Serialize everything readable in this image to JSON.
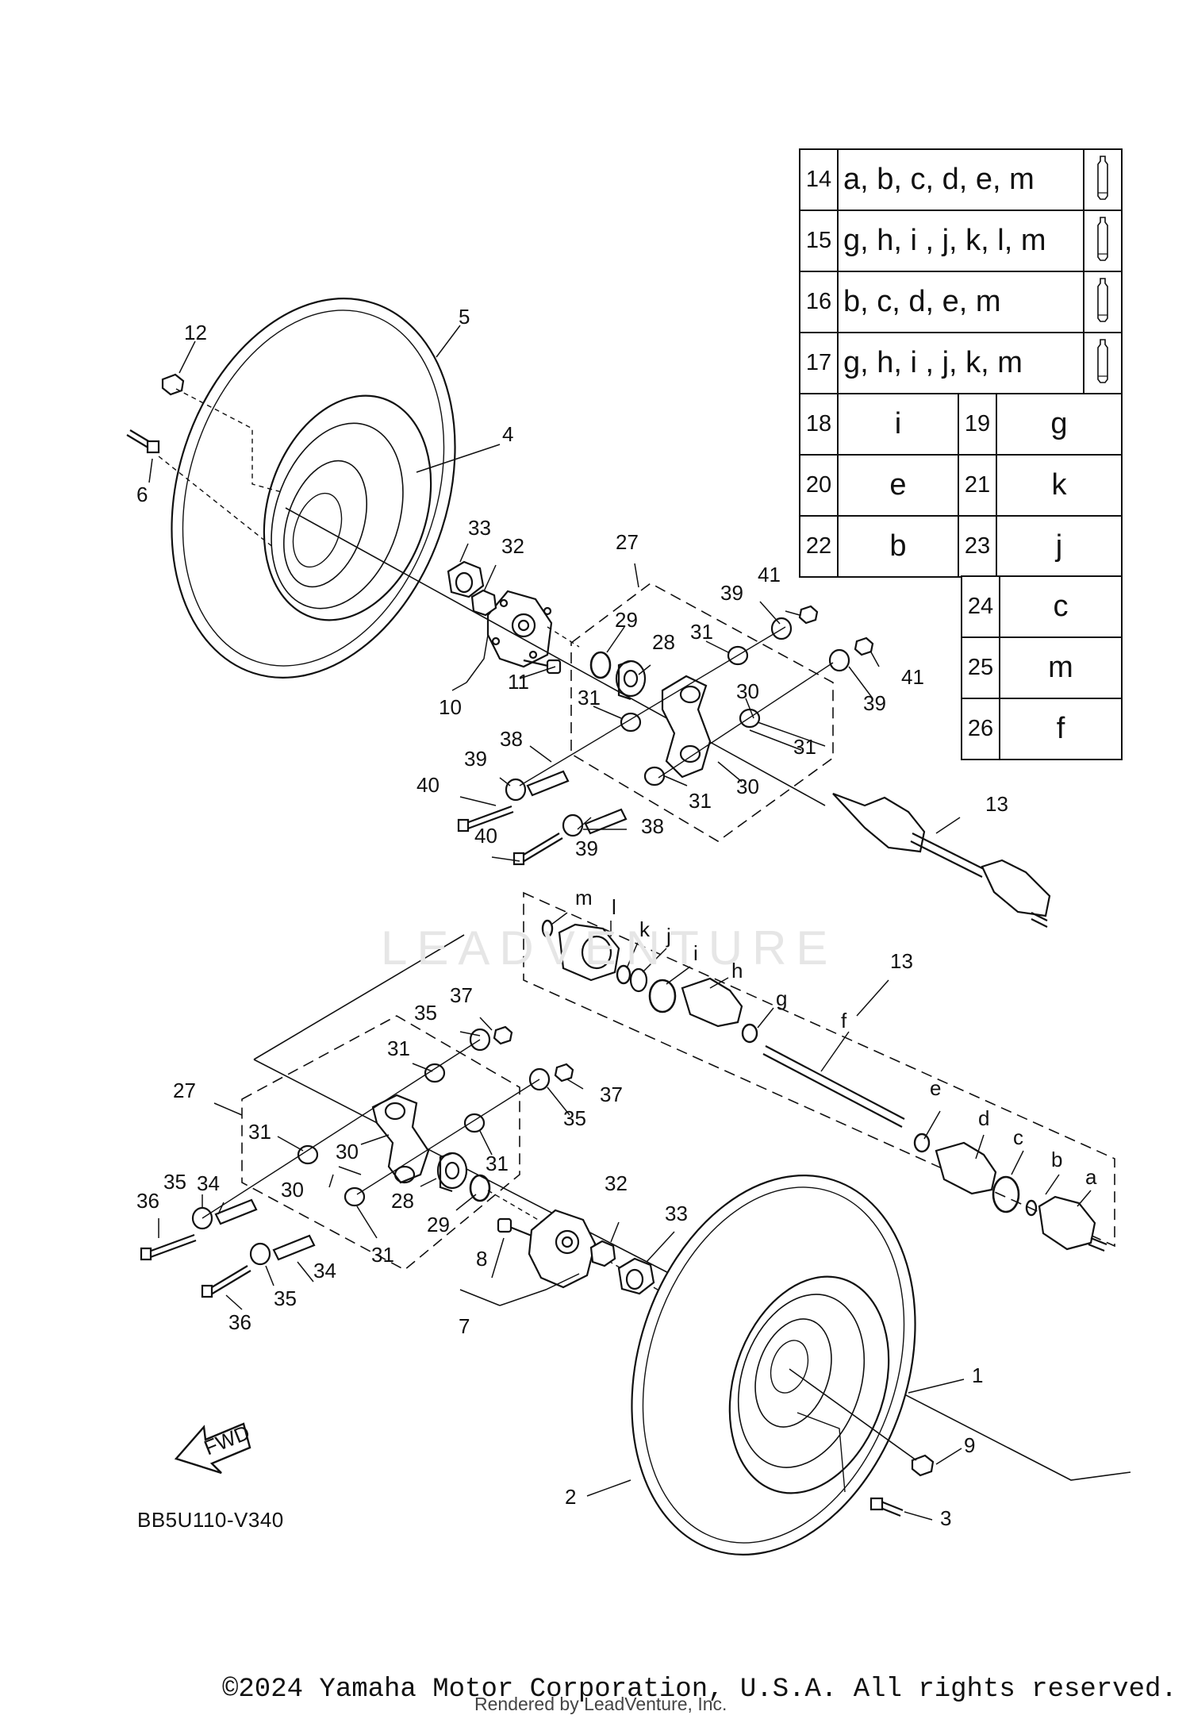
{
  "diagram_code": "BB5U110-V340",
  "copyright": "©2024 Yamaha Motor Corporation, U.S.A. All rights reserved.",
  "rendered_by": "Rendered by LeadVenture, Inc.",
  "watermark": "LEADVENTURE",
  "fwd_label": "FWD",
  "kit_table": {
    "kits": [
      {
        "num": "14",
        "parts": "a, b, c, d, e, m"
      },
      {
        "num": "15",
        "parts": "g, h, i , j, k, l, m"
      },
      {
        "num": "16",
        "parts": "b, c, d, e, m"
      },
      {
        "num": "17",
        "parts": "g, h, i , j, k, m"
      }
    ],
    "pairs": [
      {
        "a_num": "18",
        "a_ref": "i",
        "b_num": "19",
        "b_ref": "g"
      },
      {
        "a_num": "20",
        "a_ref": "e",
        "b_num": "21",
        "b_ref": "k"
      },
      {
        "a_num": "22",
        "a_ref": "b",
        "b_num": "23",
        "b_ref": "j"
      }
    ],
    "singles": [
      {
        "num": "24",
        "ref": "c"
      },
      {
        "num": "25",
        "ref": "m"
      },
      {
        "num": "26",
        "ref": "f"
      }
    ]
  },
  "callouts": [
    {
      "text": "12",
      "name": "callout-12"
    },
    {
      "text": "5",
      "name": "callout-5"
    },
    {
      "text": "6",
      "name": "callout-6"
    },
    {
      "text": "4",
      "name": "callout-4"
    },
    {
      "text": "33",
      "name": "callout-33-upper"
    },
    {
      "text": "32",
      "name": "callout-32-upper"
    },
    {
      "text": "27",
      "name": "callout-27-upper"
    },
    {
      "text": "29",
      "name": "callout-29-upper"
    },
    {
      "text": "28",
      "name": "callout-28-upper"
    },
    {
      "text": "31",
      "name": "callout-31-upper-a"
    },
    {
      "text": "41",
      "name": "callout-41-upper-a"
    },
    {
      "text": "39",
      "name": "callout-39-upper-a"
    },
    {
      "text": "30",
      "name": "callout-30-upper-a"
    },
    {
      "text": "41",
      "name": "callout-41-upper-b"
    },
    {
      "text": "39",
      "name": "callout-39-upper-b"
    },
    {
      "text": "11",
      "name": "callout-11"
    },
    {
      "text": "10",
      "name": "callout-10"
    },
    {
      "text": "31",
      "name": "callout-31-upper-b"
    },
    {
      "text": "31",
      "name": "callout-31-upper-c"
    },
    {
      "text": "38",
      "name": "callout-38-upper-a"
    },
    {
      "text": "39",
      "name": "callout-39-upper-c"
    },
    {
      "text": "40",
      "name": "callout-40-upper-a"
    },
    {
      "text": "30",
      "name": "callout-30-upper-b"
    },
    {
      "text": "31",
      "name": "callout-31-upper-d"
    },
    {
      "text": "13",
      "name": "callout-13-upper"
    },
    {
      "text": "40",
      "name": "callout-40-upper-b"
    },
    {
      "text": "39",
      "name": "callout-39-upper-d"
    },
    {
      "text": "38",
      "name": "callout-38-upper-b"
    },
    {
      "text": "m",
      "name": "callout-m"
    },
    {
      "text": "l",
      "name": "callout-l"
    },
    {
      "text": "k",
      "name": "callout-k"
    },
    {
      "text": "j",
      "name": "callout-j"
    },
    {
      "text": "i",
      "name": "callout-i"
    },
    {
      "text": "h",
      "name": "callout-h"
    },
    {
      "text": "13",
      "name": "callout-13-lower"
    },
    {
      "text": "g",
      "name": "callout-g"
    },
    {
      "text": "f",
      "name": "callout-f"
    },
    {
      "text": "37",
      "name": "callout-37-a"
    },
    {
      "text": "35",
      "name": "callout-35-a"
    },
    {
      "text": "31",
      "name": "callout-31-lower-a"
    },
    {
      "text": "37",
      "name": "callout-37-b"
    },
    {
      "text": "35",
      "name": "callout-35-b"
    },
    {
      "text": "27",
      "name": "callout-27-lower"
    },
    {
      "text": "31",
      "name": "callout-31-lower-b"
    },
    {
      "text": "30",
      "name": "callout-30-lower-a"
    },
    {
      "text": "31",
      "name": "callout-31-lower-c"
    },
    {
      "text": "34",
      "name": "callout-34-a"
    },
    {
      "text": "35",
      "name": "callout-35-c"
    },
    {
      "text": "30",
      "name": "callout-30-lower-b"
    },
    {
      "text": "36",
      "name": "callout-36-a"
    },
    {
      "text": "28",
      "name": "callout-28-lower"
    },
    {
      "text": "29",
      "name": "callout-29-lower"
    },
    {
      "text": "31",
      "name": "callout-31-lower-d"
    },
    {
      "text": "32",
      "name": "callout-32-lower"
    },
    {
      "text": "33",
      "name": "callout-33-lower"
    },
    {
      "text": "e",
      "name": "callout-e"
    },
    {
      "text": "d",
      "name": "callout-d"
    },
    {
      "text": "c",
      "name": "callout-c"
    },
    {
      "text": "b",
      "name": "callout-b"
    },
    {
      "text": "a",
      "name": "callout-a"
    },
    {
      "text": "8",
      "name": "callout-8"
    },
    {
      "text": "34",
      "name": "callout-34-b"
    },
    {
      "text": "35",
      "name": "callout-35-d"
    },
    {
      "text": "36",
      "name": "callout-36-b"
    },
    {
      "text": "7",
      "name": "callout-7"
    },
    {
      "text": "1",
      "name": "callout-1"
    },
    {
      "text": "9",
      "name": "callout-9"
    },
    {
      "text": "2",
      "name": "callout-2"
    },
    {
      "text": "3",
      "name": "callout-3"
    }
  ]
}
